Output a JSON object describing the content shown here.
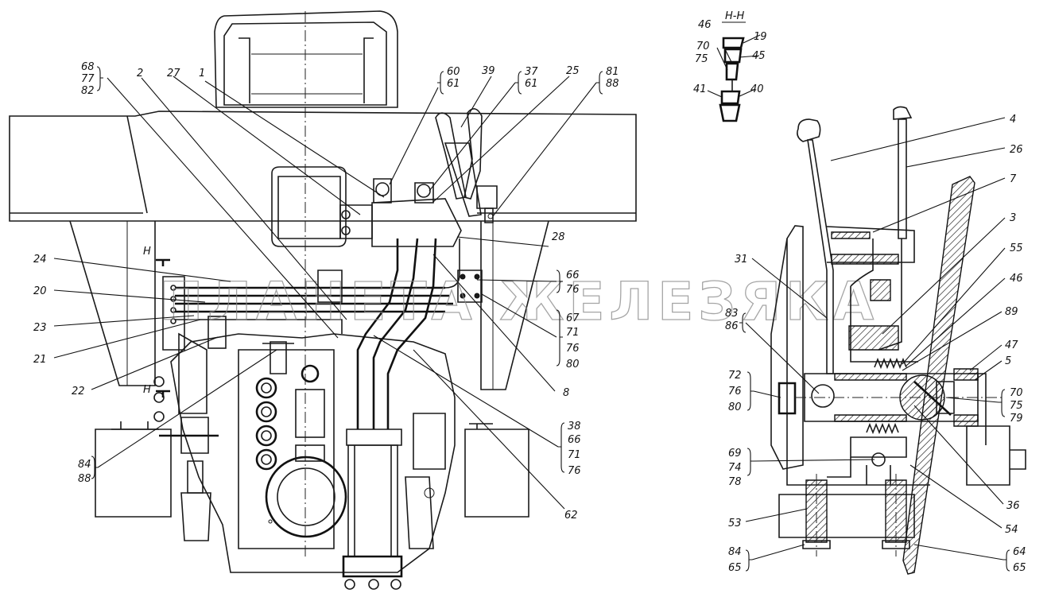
{
  "watermark": "ПЛАНЕТА ЖЕЛЕЗЯКА",
  "section_title": "Н-Н",
  "section_marker": "Н",
  "labels": {
    "l68": "68",
    "l77": "77",
    "l82": "82",
    "l2": "2",
    "l27": "27",
    "l1": "1",
    "l60": "60",
    "l61a": "61",
    "l39": "39",
    "l37": "37",
    "l61b": "61",
    "l25": "25",
    "l81": "81",
    "l88a": "88",
    "l24": "24",
    "l20": "20",
    "l23": "23",
    "l21": "21",
    "l22": "22",
    "l28": "28",
    "l66a": "66",
    "l76a": "76",
    "l67": "67",
    "l71a": "71",
    "l76b": "76",
    "l80a": "80",
    "l8": "8",
    "l38": "38",
    "l66b": "66",
    "l71b": "71",
    "l76c": "76",
    "l62": "62",
    "l84a": "84",
    "l88b": "88",
    "l46a": "46",
    "l70a": "70",
    "l75a": "75",
    "l19": "19",
    "l45": "45",
    "l41": "41",
    "l40": "40",
    "l4": "4",
    "l26": "26",
    "l7": "7",
    "l3": "3",
    "l55": "55",
    "l46b": "46",
    "l31": "31",
    "l83": "83",
    "l86": "86",
    "l89": "89",
    "l47": "47",
    "l5": "5",
    "l72": "72",
    "l76d": "76",
    "l80b": "80",
    "l70b": "70",
    "l75b": "75",
    "l79": "79",
    "l69": "69",
    "l74": "74",
    "l78": "78",
    "l36": "36",
    "l53": "53",
    "l54": "54",
    "l84b": "84",
    "l65a": "65",
    "l64": "64",
    "l65b": "65"
  }
}
